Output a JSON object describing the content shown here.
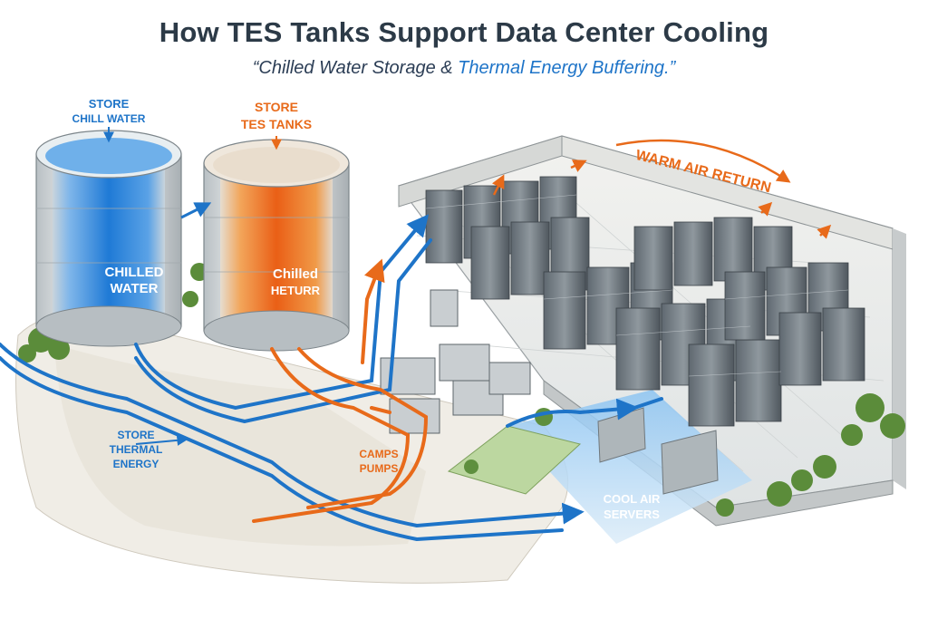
{
  "title": "How TES Tanks Support Data Center Cooling",
  "subtitle": {
    "quote_open": "“",
    "part1": "Chilled Water Storage & ",
    "part2": "Thermal Energy Buffering",
    "quote_close": ".”"
  },
  "labels": {
    "store_chill_water": [
      "STORE",
      "CHILL WATER"
    ],
    "store_tes_tanks": [
      "STORE",
      "TES TANKS"
    ],
    "chilled_water": [
      "CHILLED",
      "WATER"
    ],
    "chilled_return": [
      "Chilled",
      "HETURR"
    ],
    "warm_air_return": "WARM AIR RETURN",
    "store_thermal_energy": [
      "STORE",
      "THERMAL",
      "ENERGY"
    ],
    "camps_pumps": [
      "CAMPS",
      "PUMPS"
    ],
    "cool_air_servers": [
      "COOL AIR",
      "SERVERS"
    ]
  },
  "colors": {
    "chilled_blue": "#1e74c8",
    "warm_orange": "#e86a1a",
    "title_dark": "#2c3a47"
  }
}
